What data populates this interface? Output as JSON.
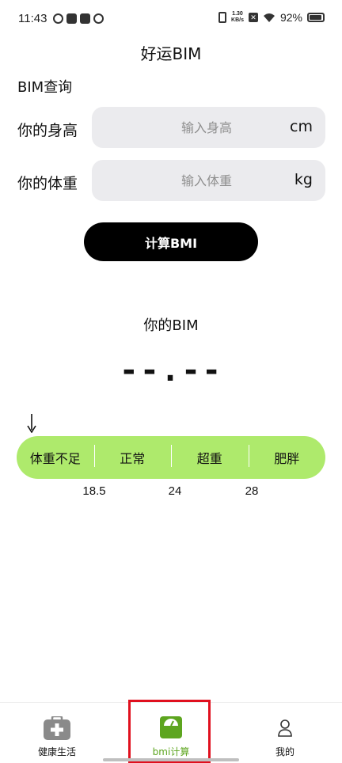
{
  "status_bar": {
    "time": "11:43",
    "net_speed_value": "1.30",
    "net_speed_unit": "KB/s",
    "battery": "92%"
  },
  "app_title": "好运BIM",
  "section_title": "BIM查询",
  "height_row": {
    "label": "你的身高",
    "placeholder": "输入身高",
    "unit": "cm"
  },
  "weight_row": {
    "label": "你的体重",
    "placeholder": "输入体重",
    "unit": "kg"
  },
  "calc_button": "计算BMI",
  "result": {
    "heading": "你的BIM",
    "value": "--.--"
  },
  "scale": {
    "segments": [
      "体重不足",
      "正常",
      "超重",
      "肥胖"
    ],
    "ticks": [
      "18.5",
      "24",
      "28"
    ],
    "bar_color": "#aeea6c"
  },
  "nav": {
    "items": [
      {
        "label": "健康生活",
        "icon": "medical-kit-icon"
      },
      {
        "label": "bmi计算",
        "icon": "scale-icon"
      },
      {
        "label": "我的",
        "icon": "person-icon"
      }
    ],
    "active_color": "#5da51f",
    "highlight_color": "#e0101e"
  }
}
